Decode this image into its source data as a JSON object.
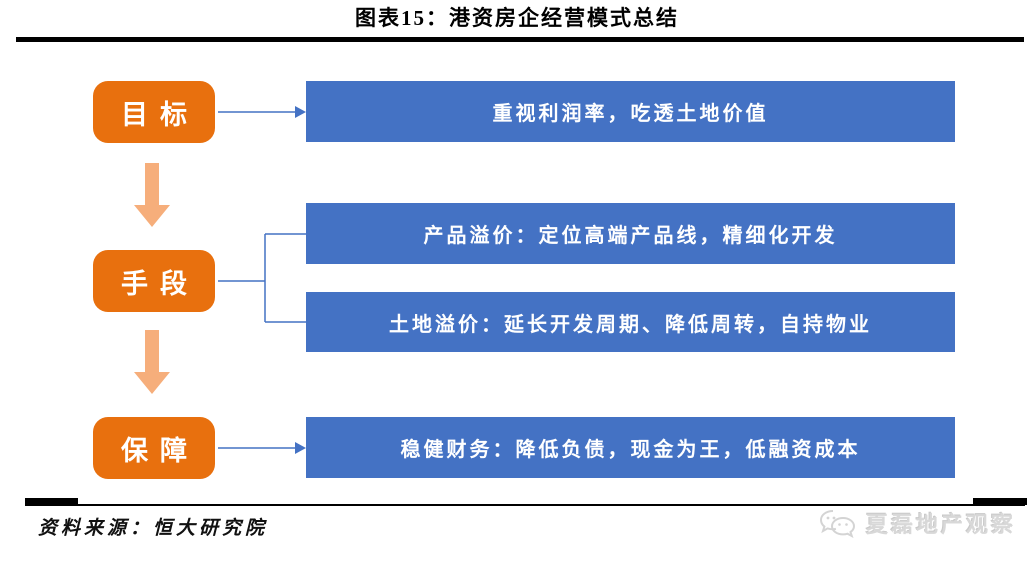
{
  "title": "图表15：港资房企经营模式总结",
  "flow": {
    "steps": [
      {
        "label": "目标",
        "outputs": [
          "重视利润率，吃透土地价值"
        ]
      },
      {
        "label": "手段",
        "outputs": [
          "产品溢价：定位高端产品线，精细化开发",
          "土地溢价：延长开发周期、降低周转，自持物业"
        ]
      },
      {
        "label": "保障",
        "outputs": [
          "稳健财务：降低负债，现金为王，低融资成本"
        ]
      }
    ]
  },
  "footer": {
    "source": "资料来源：恒大研究院",
    "watermark": "夏磊地产观察"
  },
  "icons": {
    "watermark_icon": "wechat-chat-bubbles-icon"
  },
  "colors": {
    "stage_orange": "#E8700E",
    "bar_blue": "#4472C4",
    "flow_arrow_light_orange": "#F6AE7B",
    "rule_black": "#000000",
    "watermark_gray": "#D8D8D8",
    "text_white": "#FFFFFF"
  }
}
